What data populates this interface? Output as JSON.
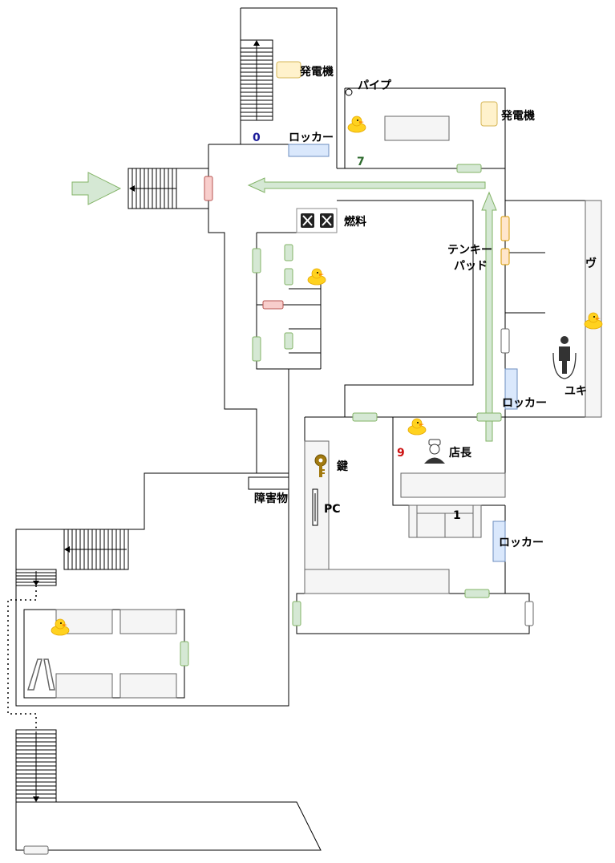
{
  "colors": {
    "door_green": "#d5e8d4",
    "door_green_stroke": "#82b366",
    "door_red": "#f8cecc",
    "door_red_stroke": "#b85450",
    "door_orange": "#ffe6cc",
    "door_orange_stroke": "#d79b00",
    "locker_blue": "#dae8fc",
    "locker_blue_stroke": "#6c8ebf",
    "generator_fill": "#fff2cc",
    "generator_stroke": "#d6b656",
    "furniture_gray": "#f5f5f5",
    "furniture_stroke": "#666666",
    "wall": "#000000",
    "arrow_green": "#d5e8d4",
    "num_blue": "#1a1a99",
    "num_green": "#2d6a2d",
    "num_red": "#cc1111",
    "num_black": "#000000"
  },
  "labels": {
    "generator_top": "発電機",
    "pipe": "パイプ",
    "generator_right": "発電機",
    "locker_top": "ロッカー",
    "fuel": "燃料",
    "tenkey_line1": "テンキー",
    "tenkey_line2": "パッド",
    "locker_right": "ロッカー",
    "yuki": "ユキ",
    "manager": "店長",
    "key": "鍵",
    "obstacle": "障害物",
    "pc": "PC",
    "locker_bottom": "ロッカー",
    "wall_mark": "ヴ"
  },
  "numbers": {
    "n0": "0",
    "n7": "7",
    "n9": "9",
    "n1": "1"
  },
  "icons": {
    "duck": "rubber-duck-icon",
    "key": "key-icon",
    "person_manager": "chef-person-icon",
    "person_yuki": "standing-person-icon",
    "fuel_can": "fuel-can-icon",
    "pc": "computer-monitor-icon"
  }
}
